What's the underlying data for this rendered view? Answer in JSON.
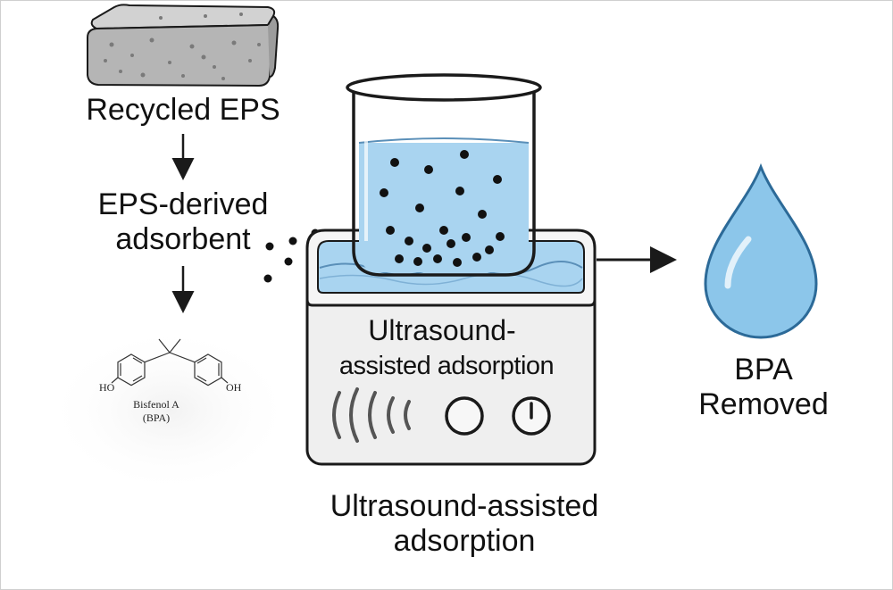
{
  "labels": {
    "recycled_eps": "Recycled EPS",
    "eps_derived_adsorbent": "EPS-derived\nadsorbent",
    "device_line1": "Ultrasound-",
    "device_line2": "assisted adsorption",
    "process": "Ultrasound-assisted\nadsorption",
    "result": "BPA\nRemoved"
  },
  "molecule": {
    "left_group": "HO",
    "right_group": "OH",
    "name": "Bisfenol A\n(BPA)"
  },
  "colors": {
    "foam": "#b5b5b5",
    "water": "#a9d4f0",
    "drop": "#8cc6ea",
    "outline": "#1a1a1a"
  }
}
